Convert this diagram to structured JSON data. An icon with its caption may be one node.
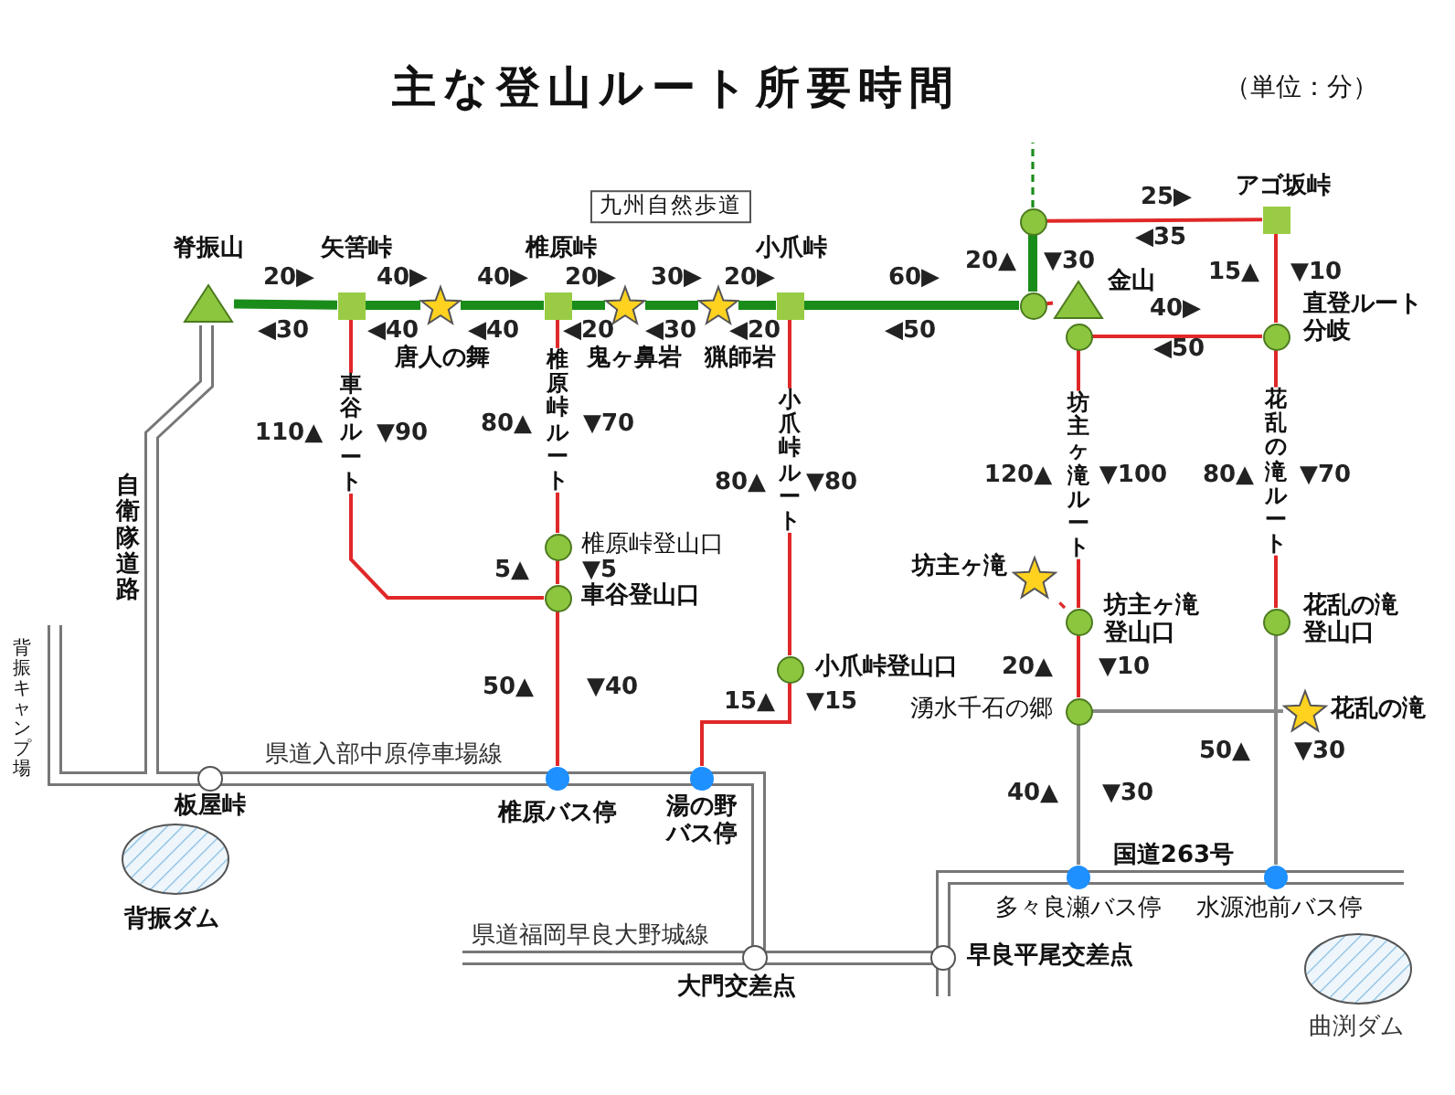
{
  "diagram": {
    "title": "主な登山ルート所要時間",
    "nodes": [
      {
        "text": [],
        "shape": "triangle",
        "beside": [
          "脊振山"
        ]
      },
      {
        "text": [],
        "shape": "box",
        "beside": [
          "矢筈峠"
        ]
      },
      {
        "text": [],
        "shape": "star",
        "beside": [
          "唐人の舞"
        ]
      },
      {
        "text": [],
        "shape": "box",
        "beside": [
          "椎原峠"
        ]
      },
      {
        "text": [],
        "shape": "star",
        "beside": [
          "鬼ヶ鼻岩"
        ]
      },
      {
        "text": [],
        "shape": "star",
        "beside": [
          "猟師岩"
        ]
      },
      {
        "text": [],
        "shape": "box",
        "beside": [
          "小爪峠"
        ]
      },
      {
        "text": [],
        "shape": "circle"
      },
      {
        "text": [],
        "shape": "circle"
      },
      {
        "text": [],
        "shape": "box",
        "beside": [
          "アゴ坂峠"
        ]
      },
      {
        "text": [],
        "shape": "triangle",
        "beside": [
          "金山"
        ]
      },
      {
        "text": [],
        "shape": "circle"
      },
      {
        "text": [],
        "shape": "circle",
        "beside": [
          "直登ルート分岐"
        ]
      },
      {
        "text": [],
        "shape": "circle",
        "beside": [
          "椎原峠登山口"
        ]
      },
      {
        "text": [],
        "shape": "circle",
        "beside": [
          "車谷登山口"
        ]
      },
      {
        "text": [],
        "shape": "circle",
        "beside": [
          "小爪峠登山口"
        ]
      },
      {
        "text": [],
        "shape": "star",
        "beside": [
          "坊主ヶ滝"
        ]
      },
      {
        "text": [],
        "shape": "circle",
        "beside": [
          "坊主ヶ滝登山口"
        ]
      },
      {
        "text": [],
        "shape": "circle",
        "beside": [
          "花乱の滝登山口"
        ]
      },
      {
        "text": [],
        "shape": "circle",
        "beside": [
          "湧水千石の郷"
        ]
      },
      {
        "text": [],
        "shape": "star",
        "beside": [
          "花乱の滝"
        ]
      },
      {
        "text": [],
        "shape": "circle",
        "beside": [
          "板屋峠"
        ]
      },
      {
        "text": [],
        "shape": "circle",
        "beside": [
          "椎原バス停"
        ]
      },
      {
        "text": [],
        "shape": "circle",
        "beside": [
          "湯の野バス停"
        ]
      },
      {
        "text": [],
        "shape": "circle",
        "beside": [
          "多々良瀬バス停"
        ]
      },
      {
        "text": [],
        "shape": "circle",
        "beside": [
          "水源池前バス停"
        ]
      },
      {
        "text": [],
        "shape": "circle",
        "beside": [
          "大門交差点"
        ]
      },
      {
        "text": [],
        "shape": "circle",
        "beside": [
          "早良平尾交差点"
        ]
      }
    ],
    "edges": [
      {
        "from": 0,
        "to": 1,
        "arrow": "none",
        "style": "thick",
        "color": "#1a8c1a"
      },
      {
        "from": 1,
        "to": 2,
        "arrow": "none",
        "style": "thick",
        "color": "#1a8c1a"
      },
      {
        "from": 2,
        "to": 3,
        "arrow": "none",
        "style": "thick",
        "color": "#1a8c1a"
      },
      {
        "from": 3,
        "to": 4,
        "arrow": "none",
        "style": "thick",
        "color": "#1a8c1a"
      },
      {
        "from": 4,
        "to": 5,
        "arrow": "none",
        "style": "thick",
        "color": "#1a8c1a"
      },
      {
        "from": 5,
        "to": 6,
        "arrow": "none",
        "style": "thick",
        "color": "#1a8c1a"
      },
      {
        "from": 6,
        "to": 7,
        "arrow": "none",
        "style": "thick",
        "color": "#1a8c1a"
      },
      {
        "from": 7,
        "to": 8,
        "arrow": "none",
        "style": "thick",
        "color": "#1a8c1a"
      },
      {
        "from": 8,
        "to": null,
        "arrow": "none",
        "style": "dashed",
        "color": "#1a8c1a"
      },
      {
        "from": 8,
        "to": 9,
        "arrow": "none"
      },
      {
        "from": 7,
        "to": 10,
        "arrow": "none"
      },
      {
        "from": 11,
        "to": 12,
        "arrow": "none"
      },
      {
        "from": 9,
        "to": 12,
        "arrow": "none"
      },
      {
        "from": 1,
        "to": 14,
        "arrow": "none",
        "label": "車谷ルート"
      },
      {
        "from": 3,
        "to": 13,
        "arrow": "none",
        "label": "椎原峠ルート"
      },
      {
        "from": 13,
        "to": 14,
        "arrow": "none"
      },
      {
        "from": 14,
        "to": 22,
        "arrow": "none"
      },
      {
        "from": 6,
        "to": 15,
        "arrow": "none",
        "label": "小爪峠ルート"
      },
      {
        "from": 15,
        "to": 23,
        "arrow": "none"
      },
      {
        "from": 11,
        "to": 17,
        "arrow": "none",
        "label": "坊主ヶ滝ルート"
      },
      {
        "from": 17,
        "to": 16,
        "arrow": "none",
        "style": "dashed"
      },
      {
        "from": 17,
        "to": 19,
        "arrow": "none"
      },
      {
        "from": 12,
        "to": 18,
        "arrow": "none",
        "label": "花乱の滝ルート"
      },
      {
        "from": 19,
        "to": 24,
        "arrow": "none",
        "color": "#888888"
      },
      {
        "from": 18,
        "to": 25,
        "arrow": "none",
        "color": "#888888"
      },
      {
        "from": 19,
        "to": 20,
        "arrow": "none",
        "color": "#888888"
      }
    ],
    "labels": [
      "（単位：分）",
      "九州自然歩道",
      "25▶",
      "◀35",
      "20▶",
      "40▶",
      "40▶",
      "20▶",
      "30▶",
      "20▶",
      "60▶",
      "20▲",
      "▼30",
      "15▲",
      "▼10",
      "40▶",
      "◀30",
      "◀40",
      "◀40",
      "◀20",
      "◀30",
      "◀20",
      "◀50",
      "◀50",
      "110▲",
      "▼90",
      "80▲",
      "▼70",
      "80▲",
      "▼80",
      "120▲",
      "▼100",
      "80▲",
      "▼70",
      "自衛隊道路",
      "5▲",
      "▼5",
      "20▲",
      "▼10",
      "50▲",
      "▼40",
      "15▲",
      "▼15",
      "背振キャンプ場",
      "県道入部中原停車場線",
      "50▲",
      "▼30",
      "40▲",
      "▼30",
      "国道263号",
      "背振ダム",
      "県道福岡早良大野城線",
      "曲渕ダム"
    ]
  }
}
